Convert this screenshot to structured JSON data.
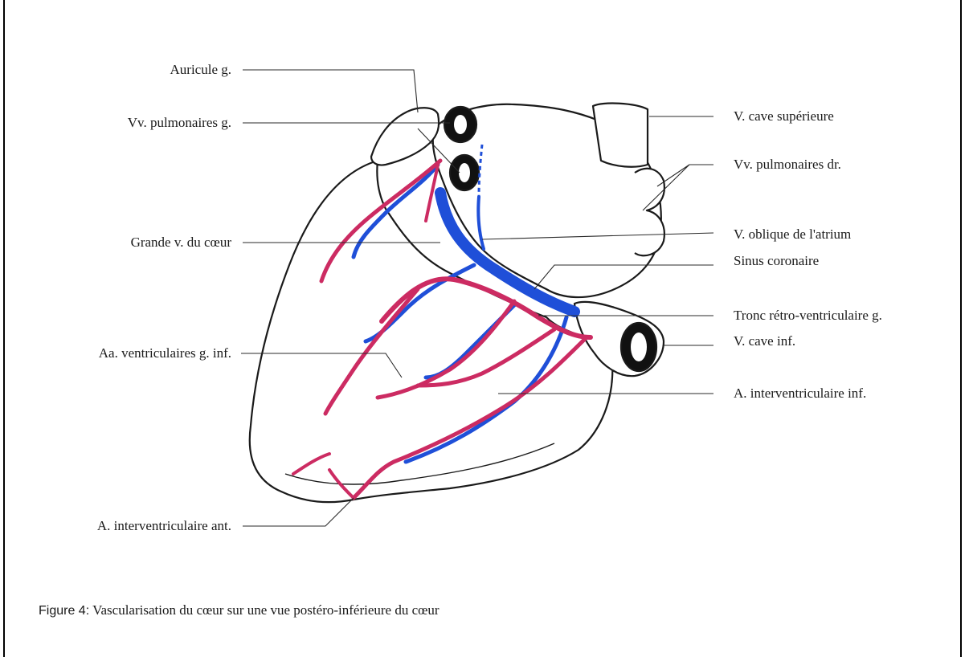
{
  "labels": {
    "auricule_g": "Auricule g.",
    "vv_pulmonaires_g": "Vv. pulmonaires g.",
    "grande_v_coeur": "Grande v. du cœur",
    "aa_ventriculaires": "Aa. ventriculaires g. inf.",
    "a_interventriculaire_ant": "A. interventriculaire ant.",
    "v_cave_sup": "V. cave supérieure",
    "vv_pulmonaires_dr": "Vv. pulmonaires dr.",
    "v_oblique": "V. oblique de l'atrium",
    "sinus_coronaire": "Sinus coronaire",
    "tronc_retro": "Tronc rétro-ventriculaire g.",
    "v_cave_inf": "V. cave inf.",
    "a_interventriculaire_inf": "A. interventriculaire inf."
  },
  "caption": {
    "prefix": "Figure 4:",
    "text": "Vascularisation du cœur sur une vue postéro-inférieure du cœur"
  },
  "colors": {
    "artery": "#cc2b62",
    "vein": "#1f4fd8",
    "outline": "#1a1a1a",
    "leader": "#2a2a2a"
  }
}
